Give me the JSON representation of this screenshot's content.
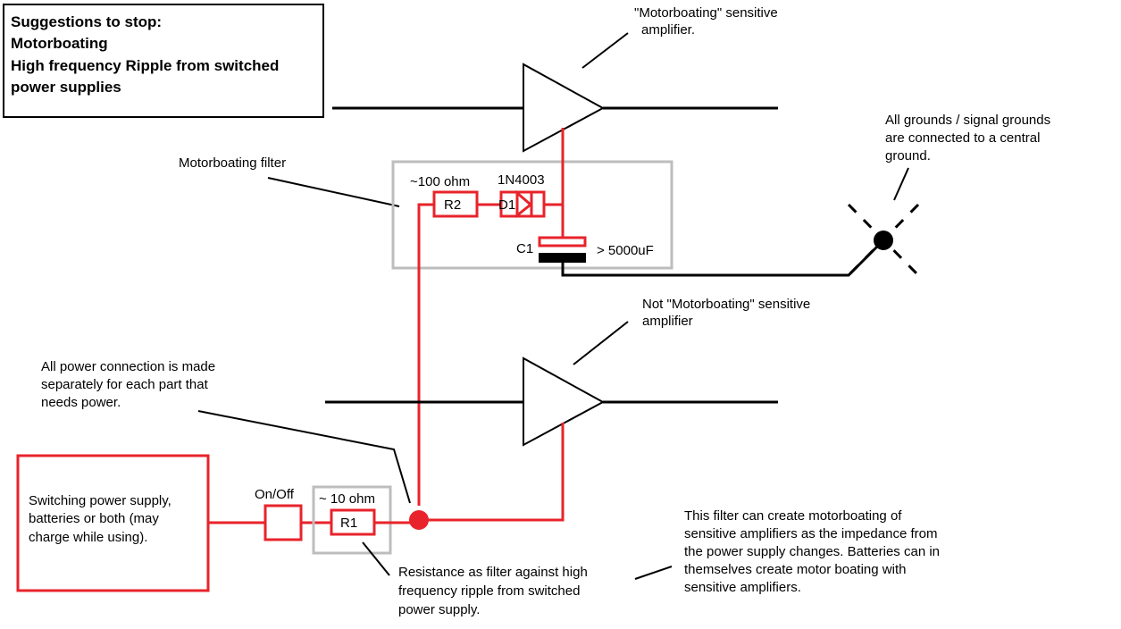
{
  "title_box": {
    "lines": [
      "Suggestions to stop:",
      "Motorboating",
      "High frequency Ripple from switched",
      "power supplies"
    ]
  },
  "labels": {
    "amp1_note": [
      "\"Motorboating\" sensitive",
      "amplifier."
    ],
    "amp2_note": [
      "Not \"Motorboating\" sensitive",
      "amplifier"
    ],
    "grounds_note": [
      "All grounds / signal grounds",
      "are connected to a central",
      "ground."
    ],
    "filter_label": "Motorboating filter",
    "r2_value": "~100 ohm",
    "r2_name": "R2",
    "d1_type": "1N4003",
    "d1_name": "D1",
    "c1_name": "C1",
    "c1_value": "> 5000uF",
    "power_note": [
      "All power connection is made",
      "separately for each part that",
      "needs power."
    ],
    "supply_text": [
      "Switching power supply,",
      "batteries or both (may",
      "charge while using)."
    ],
    "switch_label": "On/Off",
    "r1_value": "~ 10 ohm",
    "r1_name": "R1",
    "r1_note": [
      "Resistance as filter against high",
      "frequency ripple from switched",
      "power supply."
    ],
    "motorboat_note": [
      "This filter can create motorboating of",
      "sensitive amplifiers as the impedance from",
      "the power supply changes. Batteries can in",
      "themselves create motor boating with",
      "sensitive amplifiers."
    ]
  },
  "colors": {
    "wire_red": "#e8232b",
    "wire_black": "#000000",
    "box_gray": "#bdbdbd"
  }
}
